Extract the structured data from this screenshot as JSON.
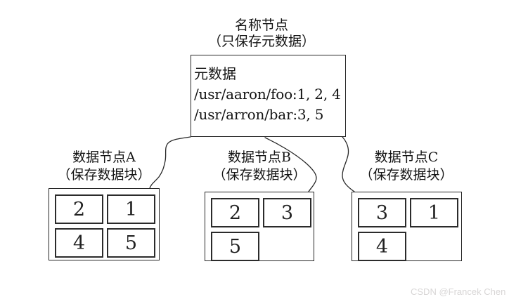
{
  "colors": {
    "line": "#262626",
    "text": "#141414",
    "watermark": "#d8d6d6",
    "background": "#ffffff"
  },
  "namenode": {
    "title": "名称节点",
    "subtitle": "（只保存元数据）",
    "metadata": {
      "heading": "元数据",
      "entries": [
        "/usr/aaron/foo:1, 2, 4",
        "/usr/arron/bar:3, 5"
      ]
    }
  },
  "datanodes": [
    {
      "title": "数据节点A",
      "subtitle": "（保存数据块）",
      "blocks": [
        "2",
        "1",
        "4",
        "5"
      ]
    },
    {
      "title": "数据节点B",
      "subtitle": "（保存数据块）",
      "blocks": [
        "2",
        "3",
        "5"
      ]
    },
    {
      "title": "数据节点C",
      "subtitle": "（保存数据块）",
      "blocks": [
        "3",
        "1",
        "4"
      ]
    }
  ],
  "watermark": "CSDN @Francek Chen"
}
